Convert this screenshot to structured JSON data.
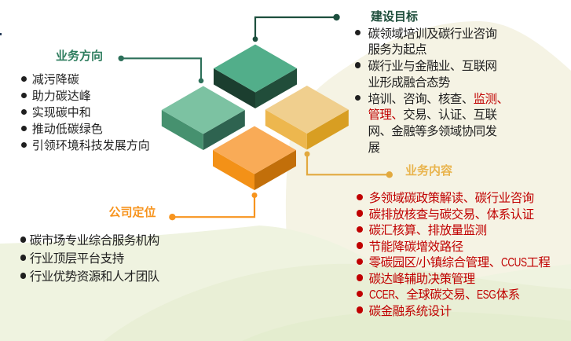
{
  "colors": {
    "background": "#ffffff",
    "cream_blob": "#f5f3e4",
    "green_wave_light": "#eff3e0",
    "green_wave_mid": "#e9efd6",
    "green_wave_deep": "#e4edcf",
    "text_black": "#1f1f1f",
    "text_red": "#c00000",
    "title_green": "#2e7d5e",
    "title_dark_green": "#1e4d3b",
    "title_orange": "#f7941e",
    "title_gold": "#e9b44d",
    "connector_green": "#2d705a",
    "connector_dark_green": "#1d4f3e",
    "connector_orange": "#f7941e",
    "connector_gold": "#e2a93e",
    "cube_top_face_top": "#52ae8a",
    "cube_top_face_left": "#1b3e2f",
    "cube_top_face_right": "#214d3a",
    "cube_left_face_top": "#7cc2a2",
    "cube_left_face_left": "#46916f",
    "cube_left_face_right": "#2e6350",
    "cube_right_face_top": "#f0cf8e",
    "cube_right_face_left": "#edb74e",
    "cube_right_face_right": "#d89e22",
    "cube_bottom_face_top": "#f9ab57",
    "cube_bottom_face_left": "#f39117",
    "cube_bottom_face_right": "#c26f0a"
  },
  "sections": {
    "business_direction": {
      "title": "业务方向",
      "items": [
        "减污降碳",
        "助力碳达峰",
        "实现碳中和",
        "推动低碳绿色",
        "引领环境科技发展方向"
      ]
    },
    "construction_goals": {
      "title": "建设目标",
      "items": [
        {
          "lines": [
            [
              {
                "t": "碳领域培训及碳行业咨询",
                "red": false
              }
            ],
            [
              {
                "t": "服务为起点",
                "red": false
              }
            ]
          ]
        },
        {
          "lines": [
            [
              {
                "t": "碳行业与金融业、互联网",
                "red": false
              }
            ],
            [
              {
                "t": "业形成融合态势",
                "red": false
              }
            ]
          ]
        },
        {
          "lines": [
            [
              {
                "t": "培训、咨询、核查、",
                "red": false
              },
              {
                "t": "监测、",
                "red": true
              }
            ],
            [
              {
                "t": "管理、",
                "red": true
              },
              {
                "t": "交易、认证、互联",
                "red": false
              }
            ],
            [
              {
                "t": "网、金融等多领域协同发",
                "red": false
              }
            ],
            [
              {
                "t": "展",
                "red": false
              }
            ]
          ]
        }
      ]
    },
    "company_positioning": {
      "title": "公司定位",
      "items": [
        "碳市场专业综合服务机构",
        "行业顶层平台支持",
        "行业优势资源和人才团队"
      ]
    },
    "business_content": {
      "title": "业务内容",
      "items": [
        "多领域碳政策解读、碳行业咨询",
        "碳排放核查与碳交易、体系认证",
        "碳汇核算、排放量监测",
        "节能降碳增效路径",
        "零碳园区/小镇综合管理、CCUS工程",
        "碳达峰辅助决策管理",
        "CCER、全球碳交易、ESG体系",
        "碳金融系统设计"
      ]
    }
  }
}
